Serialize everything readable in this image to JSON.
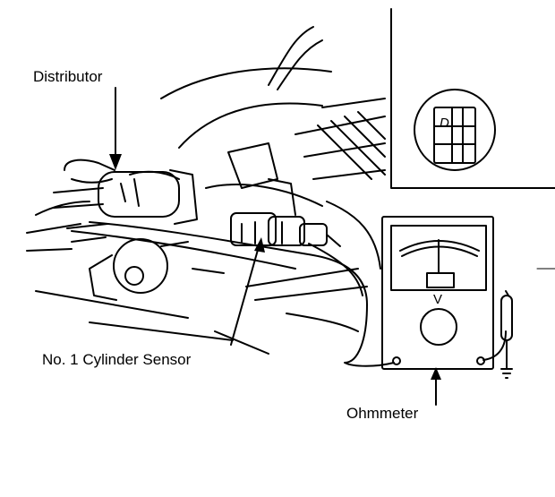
{
  "labels": {
    "distributor": "Distributor",
    "sensor": "No. 1 Cylinder Sensor",
    "ohmmeter": "Ohmmeter"
  },
  "connector_inset": {
    "terminal_letter": "D"
  },
  "meter": {
    "scale_letter": "V"
  },
  "colors": {
    "line": "#000000",
    "background": "#ffffff"
  }
}
